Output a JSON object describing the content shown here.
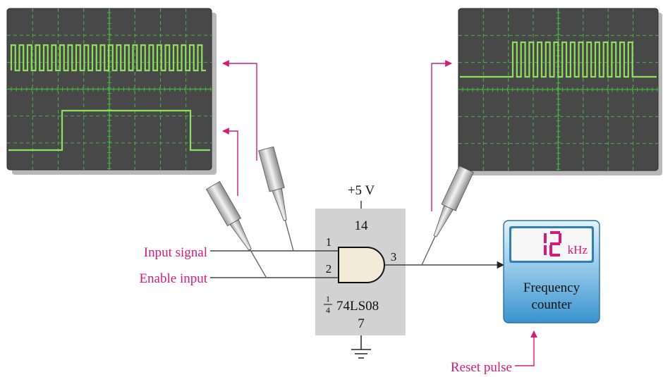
{
  "labels": {
    "input_signal": "Input signal",
    "enable_input": "Enable input",
    "reset_pulse": "Reset pulse"
  },
  "ic": {
    "supply": "+5 V",
    "vcc_pin": "14",
    "gnd_pin": "7",
    "pin_in1": "1",
    "pin_in2": "2",
    "pin_out": "3",
    "fraction_num": "1",
    "fraction_den": "4",
    "part": "74LS08"
  },
  "counter": {
    "display_value": "12",
    "unit": "kHz",
    "title_line1": "Frequency",
    "title_line2": "counter"
  },
  "colors": {
    "label_magenta": "#d6197a",
    "trace_green": "#8ee05a",
    "grid_green": "#4ab24a",
    "scope_bg": "#484848",
    "ic_gray": "#d2d2d2",
    "counter_blue": "#4aa4d8"
  }
}
